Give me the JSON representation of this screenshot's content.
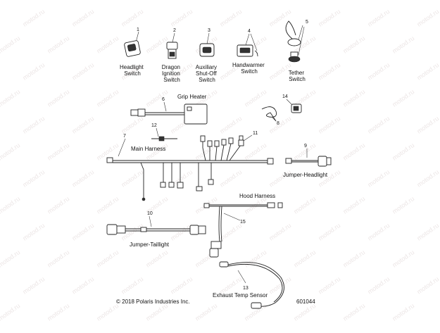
{
  "watermark": "motod.ru",
  "callouts": {
    "n1": "1",
    "n2": "2",
    "n3": "3",
    "n4": "4",
    "n5": "5",
    "n6": "6",
    "n7": "7",
    "n8": "8",
    "n9": "9",
    "n10": "10",
    "n11": "11",
    "n12": "12",
    "n13": "13",
    "n14": "14",
    "n15": "15"
  },
  "labels": {
    "headlight_switch": [
      "Headlight",
      "Switch"
    ],
    "dragon_ignition_switch": [
      "Dragon",
      "Ignition",
      "Switch"
    ],
    "auxiliary_shutoff_switch": [
      "Auxiliary",
      "Shut-Off",
      "Switch"
    ],
    "handwarmer_switch": [
      "Handwarmer",
      "Switch"
    ],
    "tether_switch": [
      "Tether",
      "Switch"
    ],
    "grip_heater": "Grip Heater",
    "main_harness": "Main Harness",
    "jumper_headlight": "Jumper-Headlight",
    "hood_harness": "Hood Harness",
    "jumper_taillight": "Jumper-Taillight",
    "exhaust_temp_sensor": "Exhaust Temp Sensor"
  },
  "footer": {
    "copyright": "© 2018 Polaris Industries Inc.",
    "diagram_id": "601044"
  }
}
